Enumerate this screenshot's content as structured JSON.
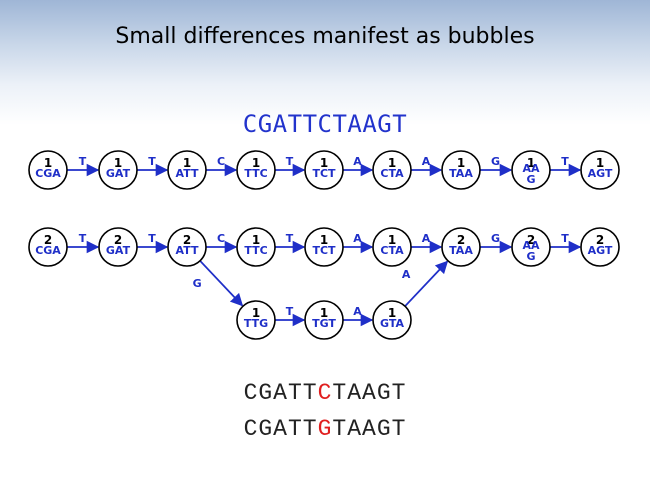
{
  "slide": {
    "title": "Small differences manifest as bubbles",
    "top_sequence": "CGATTCTAAGT",
    "bottom_sequences": [
      {
        "prefix": "CGATT",
        "highlight": "C",
        "suffix": "TAAGT",
        "highlight_color": "#e01f1f"
      },
      {
        "prefix": "CGATT",
        "highlight": "G",
        "suffix": "TAAGT",
        "highlight_color": "#e01f1f"
      }
    ]
  },
  "graphs": [
    {
      "name": "single-path-graph",
      "nodes": [
        {
          "id": "n1",
          "count": "1",
          "kmer": "CGA"
        },
        {
          "id": "n2",
          "count": "1",
          "kmer": "GAT"
        },
        {
          "id": "n3",
          "count": "1",
          "kmer": "ATT"
        },
        {
          "id": "n4",
          "count": "1",
          "kmer": "TTC"
        },
        {
          "id": "n5",
          "count": "1",
          "kmer": "TCT"
        },
        {
          "id": "n6",
          "count": "1",
          "kmer": "CTA"
        },
        {
          "id": "n7",
          "count": "1",
          "kmer": "TAA"
        },
        {
          "id": "n8",
          "count": "1",
          "kmer": "AAG"
        },
        {
          "id": "n9",
          "count": "1",
          "kmer": "AGT"
        }
      ],
      "edges": [
        {
          "from": "n1",
          "to": "n2",
          "label": "T"
        },
        {
          "from": "n2",
          "to": "n3",
          "label": "T"
        },
        {
          "from": "n3",
          "to": "n4",
          "label": "C"
        },
        {
          "from": "n4",
          "to": "n5",
          "label": "T"
        },
        {
          "from": "n5",
          "to": "n6",
          "label": "A"
        },
        {
          "from": "n6",
          "to": "n7",
          "label": "A"
        },
        {
          "from": "n7",
          "to": "n8",
          "label": "G"
        },
        {
          "from": "n8",
          "to": "n9",
          "label": "T"
        }
      ]
    },
    {
      "name": "bubble-graph",
      "nodes": [
        {
          "id": "m1",
          "count": "2",
          "kmer": "CGA"
        },
        {
          "id": "m2",
          "count": "2",
          "kmer": "GAT"
        },
        {
          "id": "m3",
          "count": "2",
          "kmer": "ATT"
        },
        {
          "id": "m4",
          "count": "1",
          "kmer": "TTC"
        },
        {
          "id": "m5",
          "count": "1",
          "kmer": "TCT"
        },
        {
          "id": "m6",
          "count": "1",
          "kmer": "CTA"
        },
        {
          "id": "m7",
          "count": "2",
          "kmer": "TAA"
        },
        {
          "id": "m8",
          "count": "2",
          "kmer": "AAG"
        },
        {
          "id": "m9",
          "count": "2",
          "kmer": "AGT"
        },
        {
          "id": "b1",
          "count": "1",
          "kmer": "TTG"
        },
        {
          "id": "b2",
          "count": "1",
          "kmer": "TGT"
        },
        {
          "id": "b3",
          "count": "1",
          "kmer": "GTA"
        }
      ],
      "edges": [
        {
          "from": "m1",
          "to": "m2",
          "label": "T"
        },
        {
          "from": "m2",
          "to": "m3",
          "label": "T"
        },
        {
          "from": "m3",
          "to": "m4",
          "label": "C"
        },
        {
          "from": "m4",
          "to": "m5",
          "label": "T"
        },
        {
          "from": "m5",
          "to": "m6",
          "label": "A"
        },
        {
          "from": "m6",
          "to": "m7",
          "label": "A"
        },
        {
          "from": "m7",
          "to": "m8",
          "label": "G"
        },
        {
          "from": "m8",
          "to": "m9",
          "label": "T"
        },
        {
          "from": "m3",
          "to": "b1",
          "label": "G"
        },
        {
          "from": "b1",
          "to": "b2",
          "label": "T"
        },
        {
          "from": "b2",
          "to": "b3",
          "label": "A"
        },
        {
          "from": "b3",
          "to": "m7",
          "label": "A"
        }
      ]
    }
  ]
}
